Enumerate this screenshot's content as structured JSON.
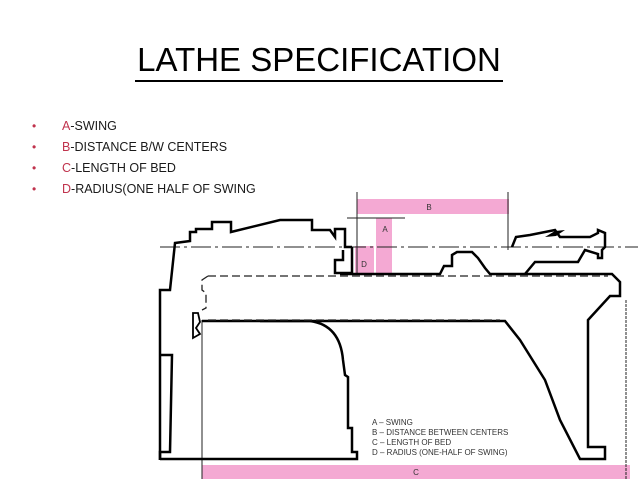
{
  "slide": {
    "title": "LATHE SPECIFICATION",
    "bullets": [
      {
        "letter": "A",
        "text": "-SWING"
      },
      {
        "letter": "B",
        "text": "-DISTANCE B/W CENTERS"
      },
      {
        "letter": "C",
        "text": "-LENGTH OF BED"
      },
      {
        "letter": "D",
        "text": "-RADIUS(ONE HALF OF SWING"
      }
    ],
    "bullet_char": "•",
    "accent_color": "#c0334d"
  },
  "diagram": {
    "dimension_labels": {
      "a": "A",
      "b": "B",
      "c": "C",
      "d": "D"
    },
    "legend": [
      "A – SWING",
      "B – DISTANCE BETWEEN CENTERS",
      "C – LENGTH OF BED",
      "D – RADIUS (ONE-HALF OF SWING)"
    ],
    "band_color": "#f4a9d3"
  }
}
